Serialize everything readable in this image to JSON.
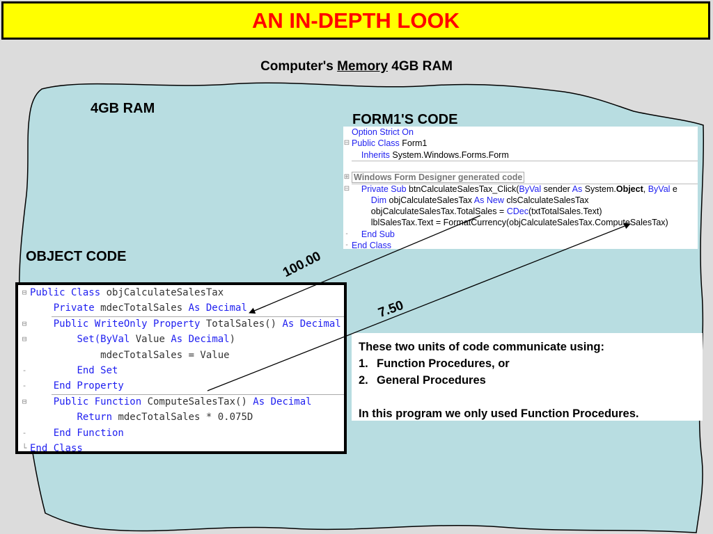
{
  "title": "AN IN-DEPTH LOOK",
  "subtitle": {
    "prefix": "Computer's ",
    "underlined": "Memory",
    "suffix": " 4GB RAM"
  },
  "labels": {
    "ram": "4GB RAM",
    "form1_code": "FORM1'S CODE",
    "object_code": "OBJECT CODE"
  },
  "form1_code_lines": [
    {
      "gutter": "",
      "segments": [
        {
          "c": "kw",
          "t": "Option Strict On"
        }
      ]
    },
    {
      "gutter": "⊟",
      "segments": [
        {
          "c": "kw",
          "t": "Public Class "
        },
        {
          "c": "tx",
          "t": "Form1"
        }
      ]
    },
    {
      "gutter": "",
      "segments": [
        {
          "c": "tx",
          "t": "    "
        },
        {
          "c": "kw",
          "t": "Inherits "
        },
        {
          "c": "tx",
          "t": "System.Windows.Forms.Form"
        }
      ]
    },
    {
      "gutter": "",
      "segments": []
    },
    {
      "gutter": "⊞",
      "region": "Windows Form Designer generated code"
    },
    {
      "gutter": "⊟",
      "segments": [
        {
          "c": "tx",
          "t": "    "
        },
        {
          "c": "kw",
          "t": "Private Sub "
        },
        {
          "c": "tx",
          "t": "btnCalculateSalesTax_Click("
        },
        {
          "c": "kw",
          "t": "ByVal "
        },
        {
          "c": "tx",
          "t": "sender "
        },
        {
          "c": "kw",
          "t": "As "
        },
        {
          "c": "tx",
          "t": "System."
        },
        {
          "c": "bd",
          "t": "Object"
        },
        {
          "c": "tx",
          "t": ", "
        },
        {
          "c": "kw",
          "t": "ByVal "
        },
        {
          "c": "tx",
          "t": "e"
        }
      ]
    },
    {
      "gutter": "",
      "segments": [
        {
          "c": "tx",
          "t": "        "
        },
        {
          "c": "kw",
          "t": "Dim "
        },
        {
          "c": "tx",
          "t": "objCalculateSalesTax "
        },
        {
          "c": "kw",
          "t": "As New "
        },
        {
          "c": "tx",
          "t": "clsCalculateSalesTax"
        }
      ]
    },
    {
      "gutter": "",
      "segments": [
        {
          "c": "tx",
          "t": "        objCalculateSalesTax.TotalSales = "
        },
        {
          "c": "kw",
          "t": "CDec"
        },
        {
          "c": "tx",
          "t": "(txtTotalSales.Text)"
        }
      ]
    },
    {
      "gutter": "",
      "segments": [
        {
          "c": "tx",
          "t": "        lblSalesTax.Text = FormatCurrency(objCalculateSalesTax.ComputeSalesTax)"
        }
      ]
    },
    {
      "gutter": "-",
      "segments": [
        {
          "c": "tx",
          "t": "    "
        },
        {
          "c": "kw",
          "t": "End Sub"
        }
      ]
    },
    {
      "gutter": "-",
      "segments": [
        {
          "c": "kw",
          "t": "End Class"
        }
      ]
    }
  ],
  "object_code_lines": [
    {
      "gutter": "⊟",
      "segments": [
        {
          "c": "kw",
          "t": "Public Class "
        },
        {
          "c": "ob",
          "t": "objCalculateSalesTax"
        }
      ]
    },
    {
      "gutter": "",
      "segments": [
        {
          "c": "tx",
          "t": "    "
        },
        {
          "c": "kw",
          "t": "Private "
        },
        {
          "c": "ob",
          "t": "mdecTotalSales "
        },
        {
          "c": "kw",
          "t": "As Decimal"
        }
      ]
    },
    {
      "gutter": "⊟",
      "segments": [
        {
          "c": "tx",
          "t": "    "
        },
        {
          "c": "kw",
          "t": "Public WriteOnly Property "
        },
        {
          "c": "ob",
          "t": "TotalSales() "
        },
        {
          "c": "kw",
          "t": "As Decimal"
        }
      ]
    },
    {
      "gutter": "⊟",
      "segments": [
        {
          "c": "tx",
          "t": "        "
        },
        {
          "c": "kw",
          "t": "Set(ByVal "
        },
        {
          "c": "ob",
          "t": "Value "
        },
        {
          "c": "kw",
          "t": "As Decimal"
        },
        {
          "c": "ob",
          "t": ")"
        }
      ]
    },
    {
      "gutter": "",
      "segments": [
        {
          "c": "ob",
          "t": "            mdecTotalSales = Value"
        }
      ]
    },
    {
      "gutter": "-",
      "segments": [
        {
          "c": "tx",
          "t": "        "
        },
        {
          "c": "kw",
          "t": "End Set"
        }
      ]
    },
    {
      "gutter": "-",
      "segments": [
        {
          "c": "tx",
          "t": "    "
        },
        {
          "c": "kw",
          "t": "End Property"
        }
      ]
    },
    {
      "gutter": "⊟",
      "segments": [
        {
          "c": "tx",
          "t": "    "
        },
        {
          "c": "kw",
          "t": "Public Function "
        },
        {
          "c": "ob",
          "t": "ComputeSalesTax() "
        },
        {
          "c": "kw",
          "t": "As Decimal"
        }
      ]
    },
    {
      "gutter": "",
      "segments": [
        {
          "c": "tx",
          "t": "        "
        },
        {
          "c": "kw",
          "t": "Return "
        },
        {
          "c": "ob",
          "t": "mdecTotalSales * 0.075D"
        }
      ]
    },
    {
      "gutter": "-",
      "segments": [
        {
          "c": "tx",
          "t": "    "
        },
        {
          "c": "kw",
          "t": "End Function"
        }
      ]
    },
    {
      "gutter": "└",
      "segments": [
        {
          "c": "kw",
          "t": "End Class"
        }
      ]
    }
  ],
  "note": {
    "heading": "These two units of code communicate using:",
    "items": [
      {
        "num": "1.",
        "text": "Function Procedures, or"
      },
      {
        "num": "2.",
        "text": "General Procedures"
      }
    ],
    "footer": "In this program we only used Function Procedures."
  },
  "values": {
    "total_sales": "100.00",
    "sales_tax": "7.50"
  },
  "colors": {
    "banner": "#ffff00",
    "title": "#ff0000",
    "memory_blob": "#b8dde1",
    "keyword": "#1e1ef0"
  }
}
